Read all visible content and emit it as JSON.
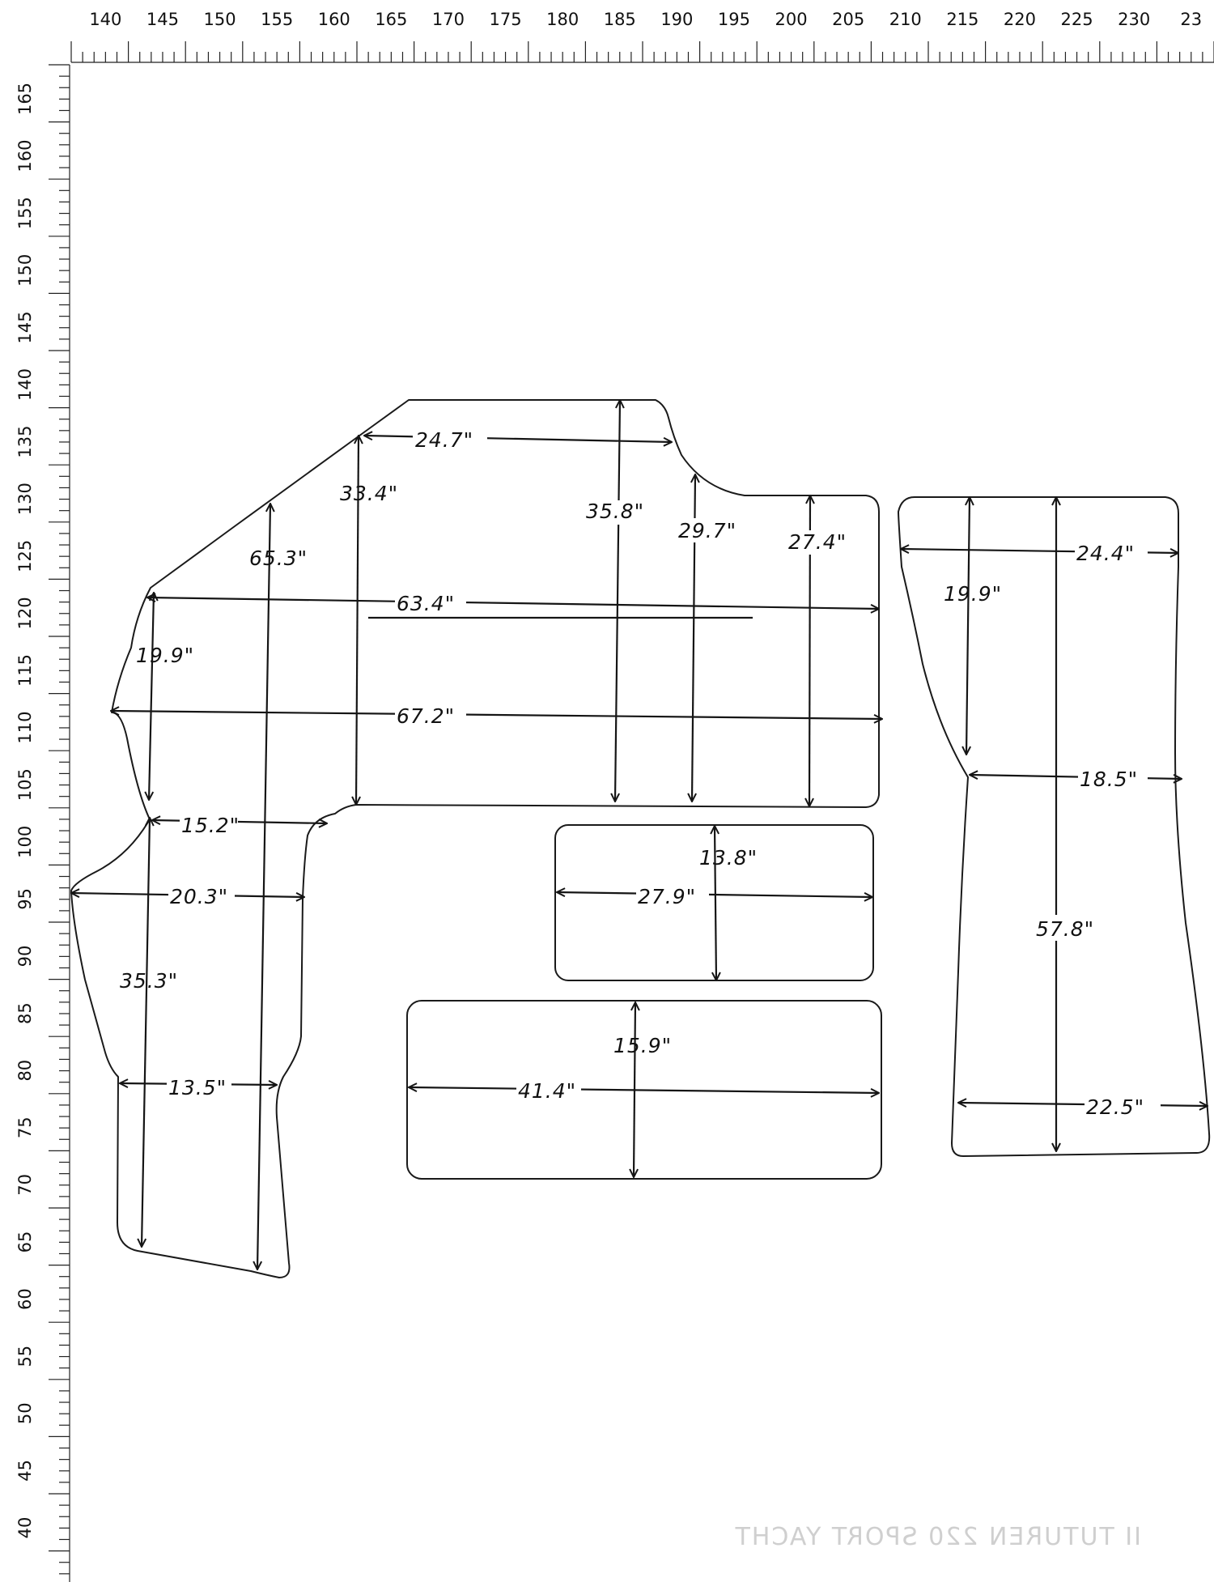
{
  "ruler": {
    "horizontal": [
      "140",
      "145",
      "150",
      "155",
      "160",
      "165",
      "170",
      "175",
      "180",
      "185",
      "190",
      "195",
      "200",
      "205",
      "210",
      "215",
      "220",
      "225",
      "230",
      "23"
    ],
    "vertical": [
      "165",
      "160",
      "155",
      "150",
      "145",
      "140",
      "135",
      "130",
      "125",
      "120",
      "115",
      "110",
      "105",
      "100",
      "95",
      "90",
      "85",
      "80",
      "75",
      "70",
      "65",
      "60",
      "55",
      "50",
      "45",
      "40"
    ]
  },
  "pieces": {
    "main": {
      "top_width": "24.7\"",
      "height_33": "33.4\"",
      "height_35": "35.8\"",
      "height_29": "29.7\"",
      "height_27": "27.4\"",
      "diag_65": "65.3\"",
      "width_63": "63.4\"",
      "side_19": "19.9\"",
      "width_67": "67.2\"",
      "step_15": "15.2\"",
      "width_20": "20.3\"",
      "height_35_3": "35.3\"",
      "width_13": "13.5\""
    },
    "right": {
      "top_width": "24.4\"",
      "side": "19.9\"",
      "mid_width": "18.5\"",
      "height": "57.8\"",
      "bottom_width": "22.5\""
    },
    "small_rect": {
      "height": "13.8\"",
      "width": "27.9\""
    },
    "large_rect": {
      "height": "15.9\"",
      "width": "41.4\""
    }
  },
  "footer_text": "II TUTUREN 220 SPORT YACHT"
}
